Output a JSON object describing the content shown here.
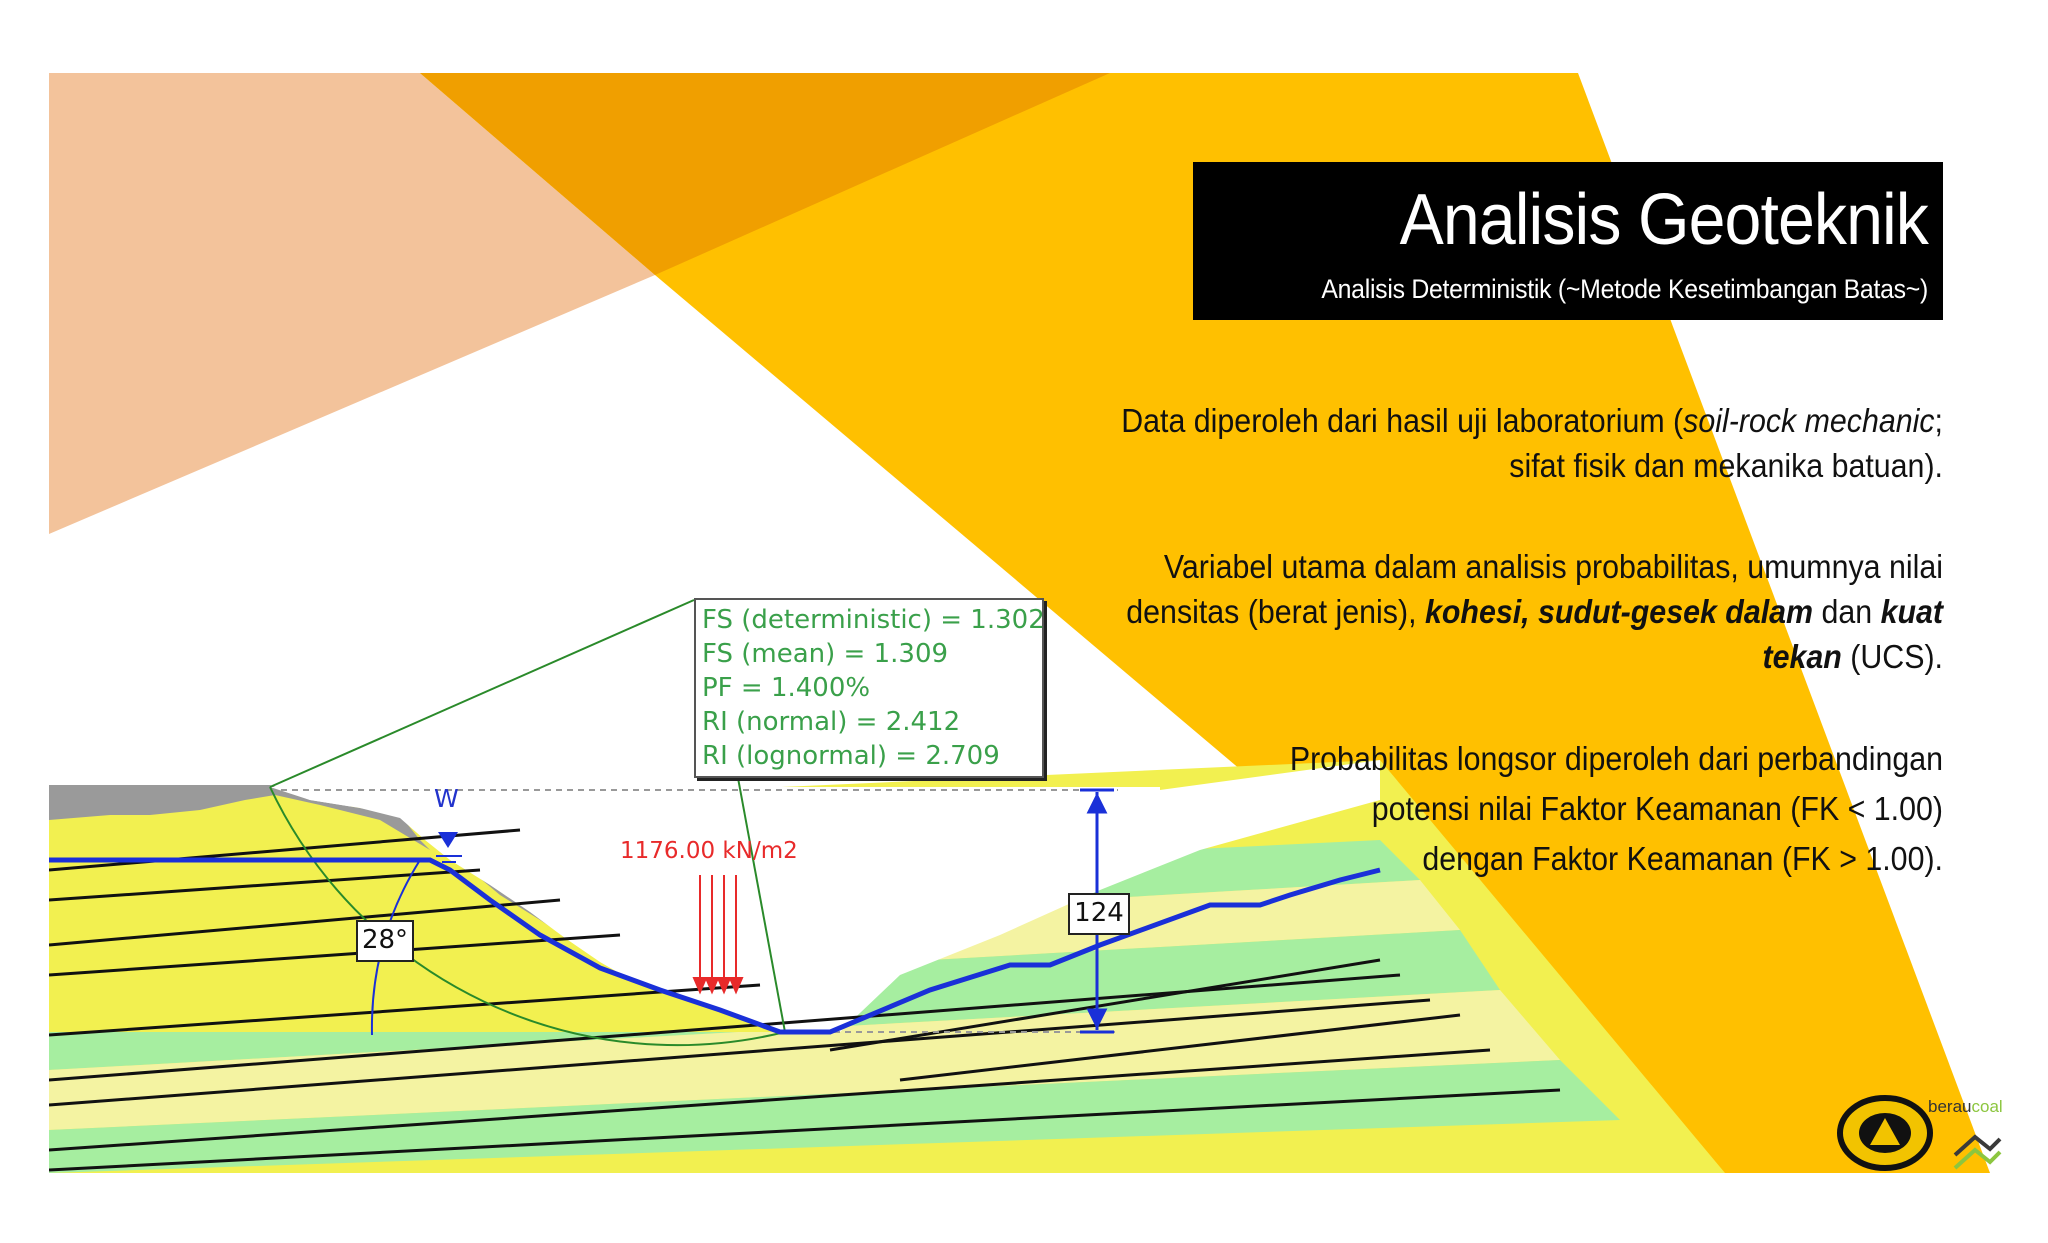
{
  "colors": {
    "peach": "#f3c39b",
    "orange_dark": "#f09f00",
    "yellow": "#ffc000",
    "soil_yellow": "#f2f050",
    "soil_pale": "#f4f3a2",
    "soil_green": "#a6eea0",
    "water_blue": "#1a30d8",
    "load_red": "#e82a2a",
    "label_green": "#3aa04a"
  },
  "header": {
    "title": "Analisis Geoteknik",
    "subtitle": "Analisis Deterministik (~Metode Kesetimbangan Batas~)"
  },
  "paragraphs": {
    "p1_a": "Data diperoleh dari hasil uji laboratorium (",
    "p1_italic": "soil-rock mechanic",
    "p1_b": ";",
    "p1_c": "sifat fisik dan mekanika batuan).",
    "p2_a": "Variabel utama dalam analisis probabilitas, umumnya nilai",
    "p2_b": "densitas (berat jenis), ",
    "p2_bold": "kohesi, sudut-gesek dalam",
    "p2_c": " dan ",
    "p2_bold2": "kuat",
    "p2_bold3": "tekan",
    "p2_d": " (UCS).",
    "p3_a": "Probabilitas longsor diperoleh dari perbandingan",
    "p3_b": "potensi nilai Faktor Keamanan (FK < 1.00)",
    "p3_c": "dengan Faktor Keamanan (FK > 1.00)."
  },
  "diagram": {
    "results": [
      "FS (deterministic) = 1.302",
      "FS (mean) = 1.309",
      "PF = 1.400%",
      "RI (normal) = 2.412",
      "RI (lognormal) = 2.709"
    ],
    "load_label": "1176.00 kN/m2",
    "water_label": "W",
    "angle_label": "28°",
    "height_label": "124"
  },
  "logos": {
    "left_icon": "ministry-emblem-icon",
    "right_text_a": "berau",
    "right_text_b": "coal",
    "right_icon": "beraucoal-logo-icon"
  }
}
